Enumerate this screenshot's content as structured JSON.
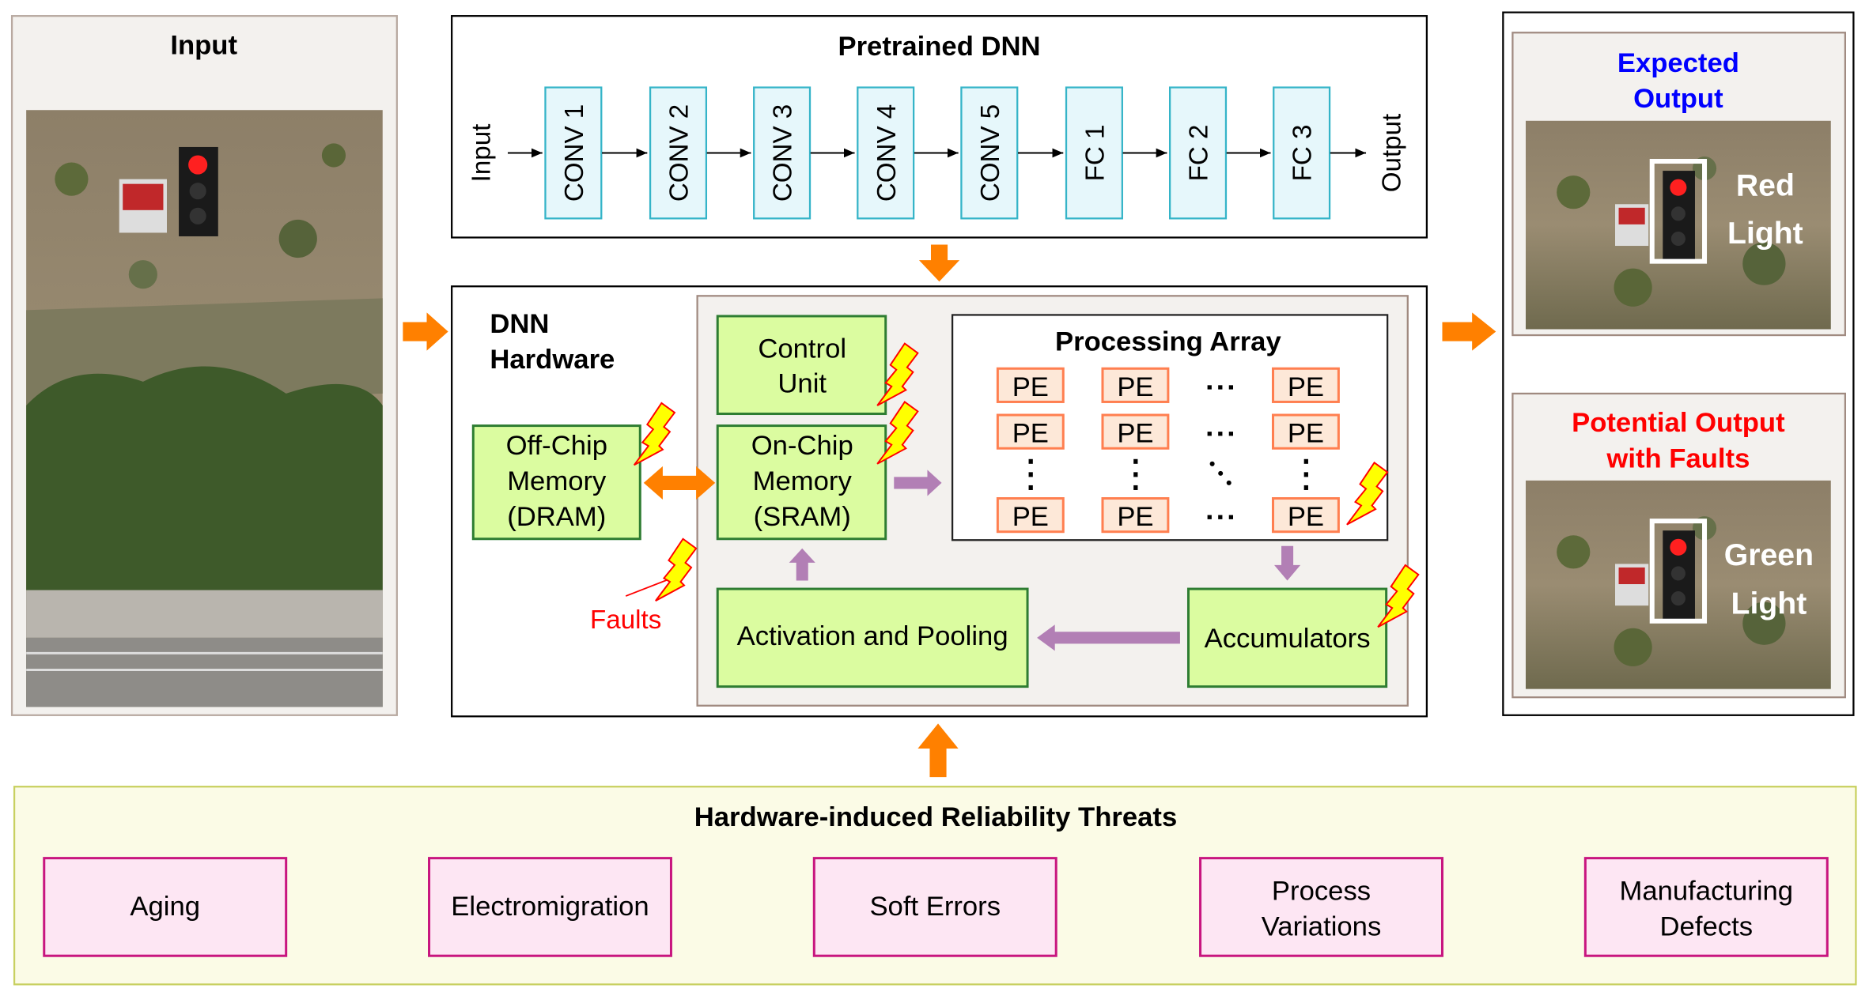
{
  "input_panel": {
    "title": "Input"
  },
  "pretrained": {
    "title": "Pretrained DNN",
    "input_label": "Input",
    "output_label": "Output",
    "layers": [
      "CONV 1",
      "CONV 2",
      "CONV 3",
      "CONV 4",
      "CONV 5",
      "FC 1",
      "FC 2",
      "FC 3"
    ]
  },
  "hardware": {
    "title_line1": "DNN",
    "title_line2": "Hardware",
    "control_unit": [
      "Control",
      "Unit"
    ],
    "on_chip": [
      "On-Chip",
      "Memory",
      "(SRAM)"
    ],
    "off_chip": [
      "Off-Chip",
      "Memory",
      "(DRAM)"
    ],
    "activation": "Activation and Pooling",
    "accumulators": "Accumulators",
    "faults_label": "Faults",
    "processing_array": {
      "title": "Processing Array",
      "pe_label": "PE"
    }
  },
  "outputs": {
    "expected": {
      "title": [
        "Expected",
        "Output"
      ],
      "label": [
        "Red",
        "Light"
      ],
      "color": "#0000ff"
    },
    "faulty": {
      "title": [
        "Potential Output",
        "with Faults"
      ],
      "label": [
        "Green",
        "Light"
      ],
      "color": "#ff0000"
    }
  },
  "threats": {
    "title": "Hardware-induced Reliability Threats",
    "items": [
      [
        "Aging"
      ],
      [
        "Electromigration"
      ],
      [
        "Soft Errors"
      ],
      [
        "Process",
        "Variations"
      ],
      [
        "Manufacturing",
        "Defects"
      ]
    ]
  },
  "colors": {
    "arrow_orange": "#ff8000",
    "flow_purple": "#b27fb5",
    "block_green": "#dbfca0",
    "pe_fill": "#fde8d8",
    "layer_fill": "#e6f7fb",
    "threat_fill": "#fde6f3"
  }
}
